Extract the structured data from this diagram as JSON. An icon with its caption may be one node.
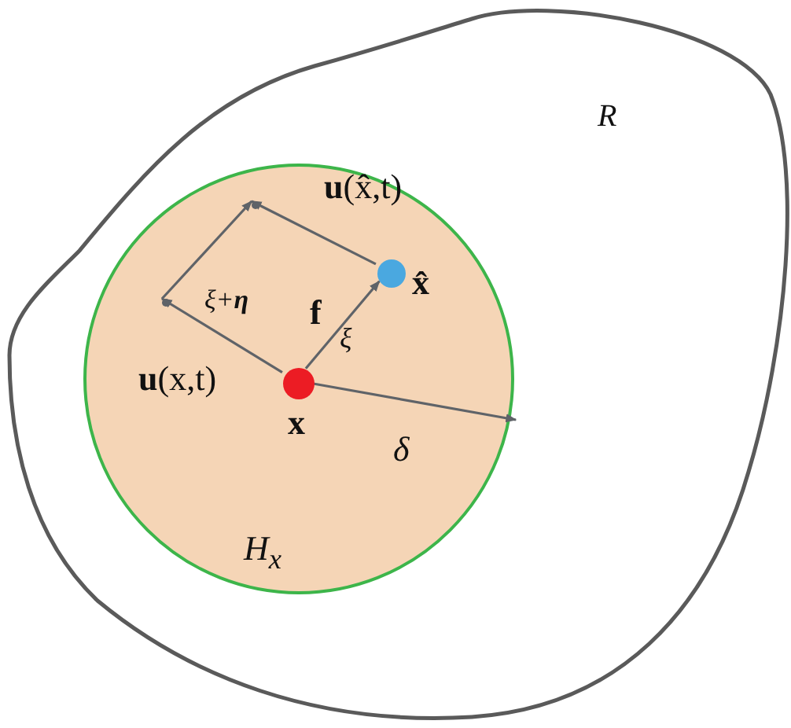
{
  "diagram": {
    "nodes": [
      {
        "text": [
          "R"
        ]
      },
      {
        "text": [
          "*H*$_{x}$"
        ],
        "in": 0
      },
      {
        "text": [
          "x"
        ],
        "in": 1
      },
      {
        "text": [
          "x̂"
        ],
        "in": 1
      },
      {
        "text": [],
        "shape": "point",
        "in": 1
      },
      {
        "text": [],
        "shape": "point",
        "in": 1
      }
    ],
    "edges": [
      {
        "from": 2,
        "to": 4,
        "arrow": "to",
        "label": "**u**(x,t)"
      },
      {
        "from": 4,
        "to": 5,
        "arrow": "to",
        "label": "ξ+**η**"
      },
      {
        "from": 3,
        "to": 5,
        "arrow": "to",
        "label": "**u**(x̂,t)"
      },
      {
        "from": 2,
        "to": 3,
        "arrow": "to",
        "label": "ξ"
      },
      {
        "from": 2,
        "to": null,
        "arrow": "to",
        "label": "δ"
      }
    ],
    "labels": [
      "f"
    ]
  }
}
